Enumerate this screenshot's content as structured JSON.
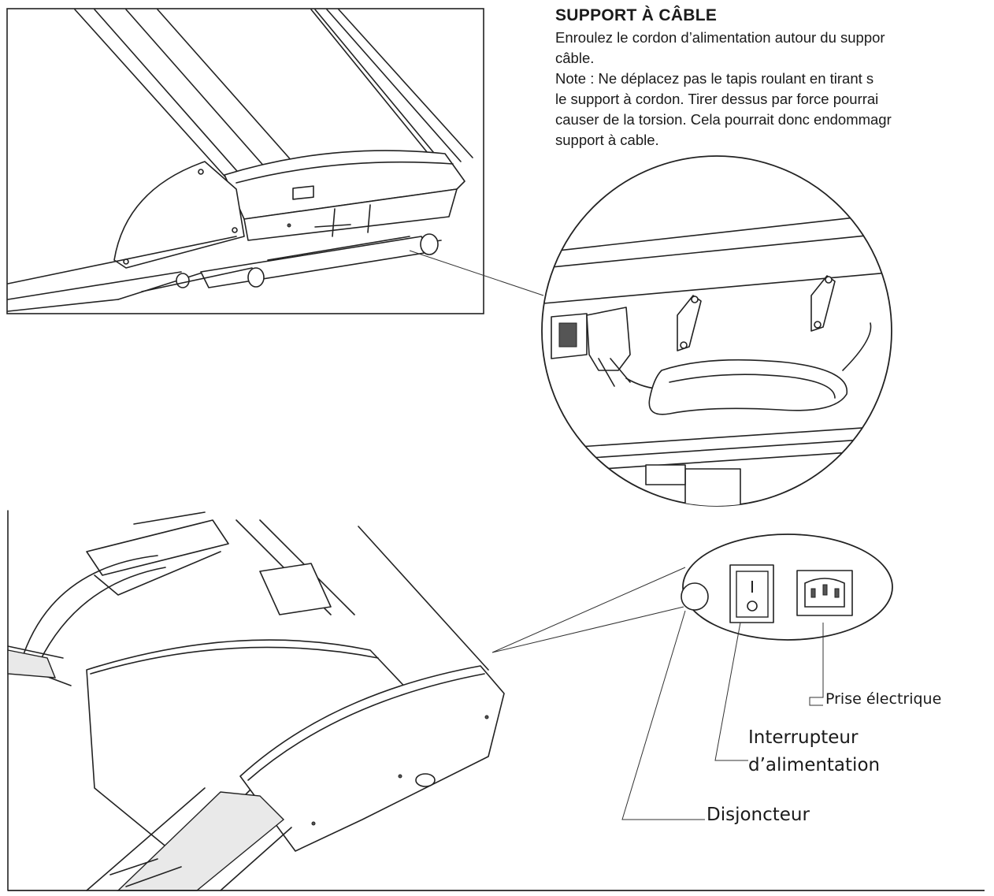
{
  "section": {
    "title": "SUPPORT À CÂBLE",
    "lines": [
      "Enroulez le cordon d’alimentation autour du suppor",
      "câble.",
      "Note : Ne déplacez pas le tapis roulant en tirant s",
      "le support à cordon. Tirer dessus par force pourrai",
      "causer de la torsion. Cela pourrait donc endommagr",
      "support à cable."
    ]
  },
  "callouts": {
    "prise": "Prise électrique",
    "interrupteur_line1": "Interrupteur",
    "interrupteur_line2": "d’alimentation",
    "disjoncteur": "Disjoncteur"
  }
}
